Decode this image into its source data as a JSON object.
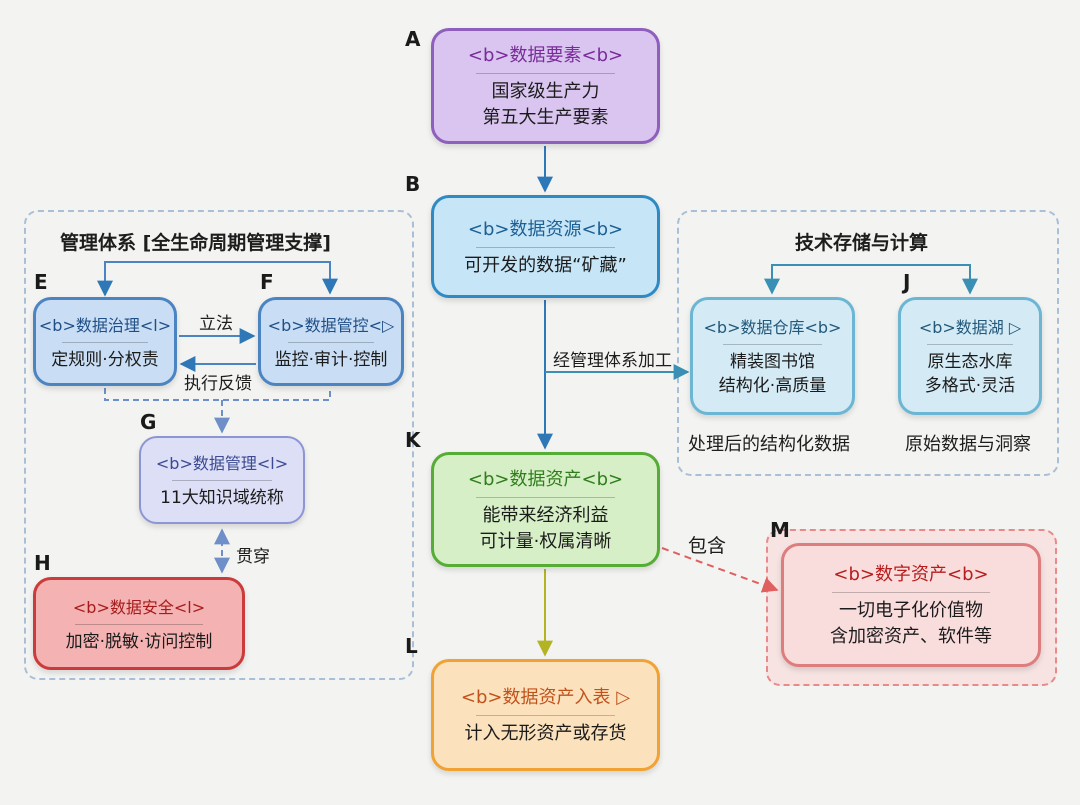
{
  "letters": {
    "A": "A",
    "B": "B",
    "E": "E",
    "F": "F",
    "G": "G",
    "H": "H",
    "J": "J",
    "K": "K",
    "L": "L",
    "M": "M"
  },
  "groups": {
    "management": {
      "title": "管理体系 [全生命周期管理支撑]"
    },
    "tech": {
      "title": "技术存储与计算"
    }
  },
  "nodes": {
    "A": {
      "title": "<b>数据要素<b>",
      "lines": [
        "国家级生产力",
        "第五大生产要素"
      ]
    },
    "B": {
      "title": "<b>数据资源<b>",
      "lines": [
        "可开发的数据“矿藏”"
      ]
    },
    "K": {
      "title": "<b>数据资产<b>",
      "lines": [
        "能带来经济利益",
        "可计量·权属清晰"
      ]
    },
    "L": {
      "title": "<b>数据资产入表 ▷",
      "lines": [
        "计入无形资产或存货"
      ]
    },
    "M": {
      "title": "<b>数字资产<b>",
      "lines": [
        "一切电子化价值物",
        "含加密资产、软件等"
      ]
    },
    "E": {
      "title": "<b>数据治理<l>",
      "lines": [
        "定规则·分权责"
      ]
    },
    "F": {
      "title": "<b>数据管控<▷",
      "lines": [
        "监控·审计·控制"
      ]
    },
    "G": {
      "title": "<b>数据管理<l>",
      "lines": [
        "11大知识域统称"
      ]
    },
    "H": {
      "title": "<b>数据安全<l>",
      "lines": [
        "加密·脱敏·访问控制"
      ]
    },
    "I": {
      "title": "<b>数据仓库<b>",
      "lines": [
        "精装图书馆",
        "结构化·高质量"
      ]
    },
    "J": {
      "title": "<b>数据湖 ▷",
      "lines": [
        "原生态水库",
        "多格式·灵活"
      ]
    }
  },
  "captions": {
    "warehouse": "处理后的结构化数据",
    "lake": "原始数据与洞察"
  },
  "edges": {
    "legislation": "立法",
    "feedback": "执行反馈",
    "through": "贯穿",
    "processing": "经管理体系加工",
    "contains": "包含"
  },
  "colors": {
    "background": "#f3f3f1",
    "arrow_blue": "#2f78b8",
    "arrow_olive": "#b3b324",
    "arrow_dashed_red": "#e06060",
    "group_border": "#a9bfd6"
  }
}
